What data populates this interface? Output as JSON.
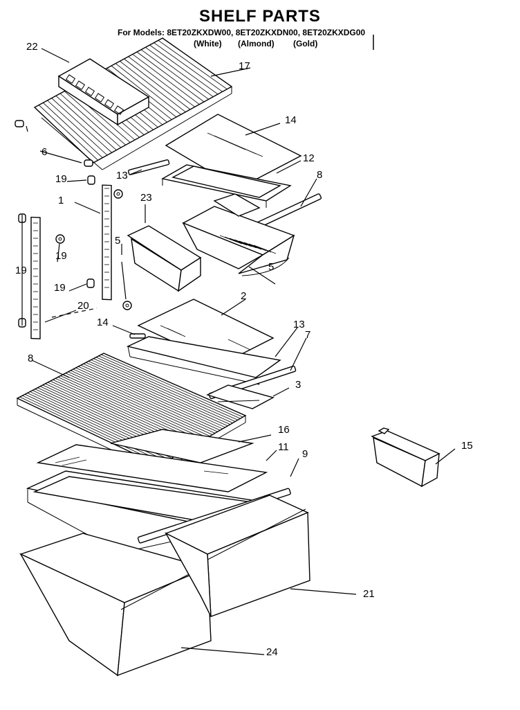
{
  "title": "SHELF PARTS",
  "models_line": "For Models: 8ET20ZKXDW00, 8ET20ZKXDN00, 8ET20ZKXDG00",
  "variants": [
    "(White)",
    "(Almond)",
    "(Gold)"
  ],
  "callouts": [
    "22",
    "17",
    "14",
    "12",
    "8",
    "6",
    "13",
    "19",
    "1",
    "23",
    "5",
    "19",
    "5",
    "19",
    "20",
    "2",
    "14",
    "13",
    "7",
    "8",
    "3",
    "16",
    "11",
    "9",
    "15",
    "21",
    "24",
    "24"
  ],
  "colors": {
    "ink": "#000000",
    "paper": "#ffffff"
  }
}
